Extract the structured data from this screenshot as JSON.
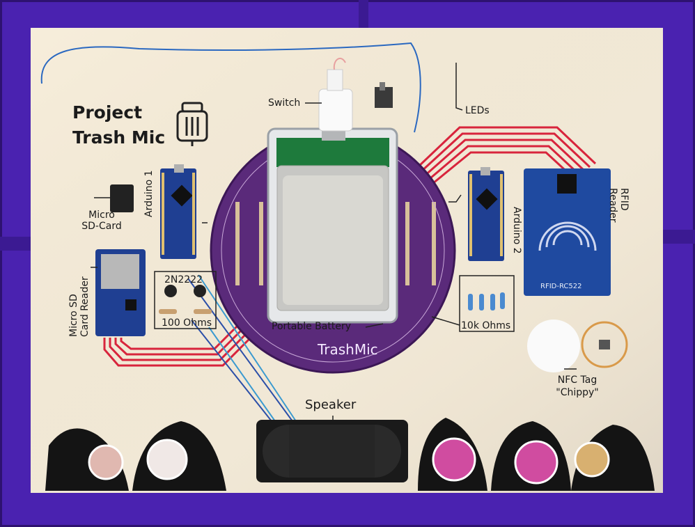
{
  "board": {
    "title_line1": "Project",
    "title_line2": "Trash Mic",
    "brand_text": "TrashMic"
  },
  "labels": {
    "switch": "Switch",
    "leds": "LEDs",
    "arduino1": "Arduino 1",
    "arduino2": "Arduino 2",
    "micro_sd_card_line1": "Micro",
    "micro_sd_card_line2": "SD-Card",
    "sd_reader_line1": "Micro SD",
    "sd_reader_line2": "Card Reader",
    "transistor": "2N2222",
    "resistor_100": "100 Ohms",
    "resistor_10k": "10k Ohms",
    "battery": "Portable Battery",
    "rfid_line1": "RFID",
    "rfid_line2": "Reader",
    "rfid_chip": "RFID-RC522",
    "nfc_line1": "NFC Tag",
    "nfc_line2": "\"Chippy\"",
    "speaker": "Speaker"
  },
  "colors": {
    "frame_purple": "#4a22b0",
    "board_cream": "#f1e8d6",
    "pcb_purple": "#5a2a7a",
    "trace_red": "#d8243c",
    "module_blue": "#1f3f92",
    "wire_blue": "#2d7fc4"
  }
}
